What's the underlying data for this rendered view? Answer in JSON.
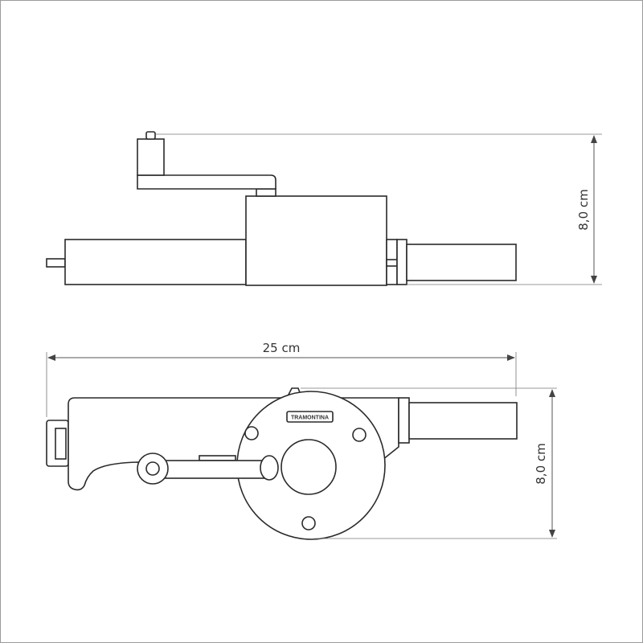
{
  "side_view": {
    "height_label": "8,0 cm"
  },
  "front_view": {
    "length_label": "25 cm",
    "height_label": "8,0 cm",
    "brand_logo": "TRAMONTINA"
  },
  "colors": {
    "line": "#2a2a2a",
    "dimension": "#555555",
    "background": "#ffffff"
  }
}
